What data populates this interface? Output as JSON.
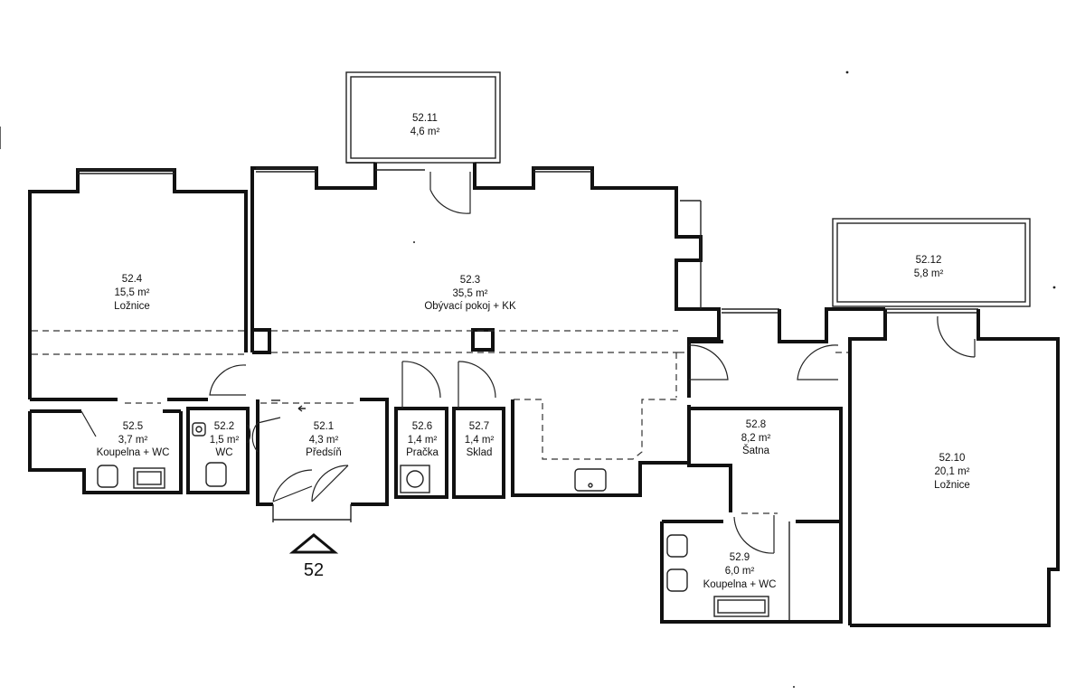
{
  "rooms": [
    {
      "id": "52.1",
      "area": "4,3 m²",
      "name": "Předsíň"
    },
    {
      "id": "52.2",
      "area": "1,5 m²",
      "name": "WC"
    },
    {
      "id": "52.3",
      "area": "35,5 m²",
      "name": "Obývací pokoj + KK"
    },
    {
      "id": "52.4",
      "area": "15,5 m²",
      "name": "Ložnice"
    },
    {
      "id": "52.5",
      "area": "3,7 m²",
      "name": "Koupelna + WC"
    },
    {
      "id": "52.6",
      "area": "1,4 m²",
      "name": "Pračka"
    },
    {
      "id": "52.7",
      "area": "1,4 m²",
      "name": "Sklad"
    },
    {
      "id": "52.8",
      "area": "8,2 m²",
      "name": "Šatna"
    },
    {
      "id": "52.9",
      "area": "6,0 m²",
      "name": "Koupelna + WC"
    },
    {
      "id": "52.10",
      "area": "20,1 m²",
      "name": "Ložnice"
    },
    {
      "id": "52.11",
      "area": "4,6 m²",
      "name": ""
    },
    {
      "id": "52.12",
      "area": "5,8 m²",
      "name": ""
    }
  ],
  "entrance": {
    "number": "52"
  }
}
